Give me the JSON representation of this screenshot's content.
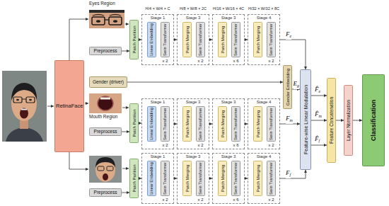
{
  "diagram": {
    "nodes": [
      {
        "text": [
          "RetinaFace"
        ]
      },
      {
        "text": [
          "Preprocess"
        ]
      },
      {
        "text": [
          "Patch Partition"
        ]
      },
      {
        "text": [
          "Stage 1",
          "x 2"
        ]
      },
      {
        "text": [
          "Linear Embedding"
        ],
        "in": 3
      },
      {
        "text": [
          "Swin Transformer"
        ],
        "in": 3
      },
      {
        "text": [
          "Stage 3",
          "x 2"
        ]
      },
      {
        "text": [
          "Patch Merging"
        ],
        "in": 6
      },
      {
        "text": [
          "Swin Transformer"
        ],
        "in": 6
      },
      {
        "text": [
          "Stage 3",
          "x 6"
        ]
      },
      {
        "text": [
          "Patch Merging"
        ],
        "in": 9
      },
      {
        "text": [
          "Swin Transformer"
        ],
        "in": 9
      },
      {
        "text": [
          "Stage 4",
          "x 2"
        ]
      },
      {
        "text": [
          "Patch Merging"
        ],
        "in": 12
      },
      {
        "text": [
          "Swin Transformer"
        ],
        "in": 12
      },
      {
        "text": [
          "Gender (driver)"
        ]
      },
      {
        "text": [
          "Preprocess"
        ]
      },
      {
        "text": [
          "Patch Partition"
        ]
      },
      {
        "text": [
          "Stage 1",
          "x 2"
        ]
      },
      {
        "text": [
          "Linear Embedding"
        ],
        "in": 18
      },
      {
        "text": [
          "Swin Transformer"
        ],
        "in": 18
      },
      {
        "text": [
          "Stage 3",
          "x 2"
        ]
      },
      {
        "text": [
          "Patch Merging"
        ],
        "in": 21
      },
      {
        "text": [
          "Swin Transformer"
        ],
        "in": 21
      },
      {
        "text": [
          "Stage 3",
          "x 6"
        ]
      },
      {
        "text": [
          "Patch Merging"
        ],
        "in": 24
      },
      {
        "text": [
          "Swin Transformer"
        ],
        "in": 24
      },
      {
        "text": [
          "Stage 4",
          "x 2"
        ]
      },
      {
        "text": [
          "Patch Merging"
        ],
        "in": 27
      },
      {
        "text": [
          "Swin Transformer"
        ],
        "in": 27
      },
      {
        "text": [
          "Preprocess"
        ]
      },
      {
        "text": [
          "Patch Partition"
        ]
      },
      {
        "text": [
          "Stage 1",
          "x 2"
        ]
      },
      {
        "text": [
          "Linear Embedding"
        ],
        "in": 32
      },
      {
        "text": [
          "Swin Transformer"
        ],
        "in": 32
      },
      {
        "text": [
          "Stage 3",
          "x 2"
        ]
      },
      {
        "text": [
          "Patch Merging"
        ],
        "in": 35
      },
      {
        "text": [
          "Swin Transformer"
        ],
        "in": 35
      },
      {
        "text": [
          "Stage 3",
          "x 6"
        ]
      },
      {
        "text": [
          "Patch Merging"
        ],
        "in": 38
      },
      {
        "text": [
          "Swin Transformer"
        ],
        "in": 38
      },
      {
        "text": [
          "Stage 4",
          "x 2"
        ]
      },
      {
        "text": [
          "Patch Merging"
        ],
        "in": 41
      },
      {
        "text": [
          "Swin Transformer"
        ],
        "in": 41
      },
      {
        "text": [
          "Gender Embedding"
        ]
      },
      {
        "text": [
          "Feature-wise Linear Modulation"
        ]
      },
      {
        "text": [
          "Feature Concatenation"
        ]
      },
      {
        "text": [
          "Layer Normalization"
        ]
      },
      {
        "text": [
          "Classification"
        ]
      }
    ],
    "edges": [
      {
        "from": 1,
        "to": 2,
        "arrow": "to"
      },
      {
        "from": 2,
        "to": 3,
        "arrow": "to"
      },
      {
        "from": 3,
        "to": 6,
        "arrow": "to"
      },
      {
        "from": 6,
        "to": 9,
        "arrow": "to"
      },
      {
        "from": 9,
        "to": 12,
        "arrow": "to"
      },
      {
        "from": 12,
        "to": 45,
        "label": "Fe",
        "arrow": "to"
      },
      {
        "from": 15,
        "to": 44,
        "arrow": "to"
      },
      {
        "from": 44,
        "to": 45,
        "label": "Eg",
        "arrow": "to"
      },
      {
        "from": 16,
        "to": 17,
        "arrow": "to"
      },
      {
        "from": 17,
        "to": 18,
        "arrow": "to"
      },
      {
        "from": 18,
        "to": 21,
        "arrow": "to"
      },
      {
        "from": 21,
        "to": 24,
        "arrow": "to"
      },
      {
        "from": 24,
        "to": 27,
        "arrow": "to"
      },
      {
        "from": 27,
        "to": 45,
        "label": "Fm",
        "arrow": "to"
      },
      {
        "from": 30,
        "to": 31,
        "arrow": "to"
      },
      {
        "from": 31,
        "to": 32,
        "arrow": "to"
      },
      {
        "from": 32,
        "to": 35,
        "arrow": "to"
      },
      {
        "from": 35,
        "to": 38,
        "arrow": "to"
      },
      {
        "from": 38,
        "to": 41,
        "arrow": "to"
      },
      {
        "from": 41,
        "to": 45,
        "label": "Ff",
        "arrow": "to"
      },
      {
        "from": 45,
        "to": 46,
        "label": "F̂e",
        "arrow": "to"
      },
      {
        "from": 45,
        "to": 46,
        "label": "F̂m",
        "arrow": "to"
      },
      {
        "from": 45,
        "to": 46,
        "label": "F̂f",
        "arrow": "to"
      },
      {
        "from": 46,
        "to": 47,
        "arrow": "to"
      },
      {
        "from": 47,
        "to": 48,
        "arrow": "to"
      }
    ],
    "labels": [
      "Eyes Region",
      "H/4 × W/4 × C",
      "H/8 × W/8 × 2C",
      "H/16 × W/16 × 4C",
      "H/32 × W/32 × 8C",
      "Mouth Region"
    ]
  }
}
